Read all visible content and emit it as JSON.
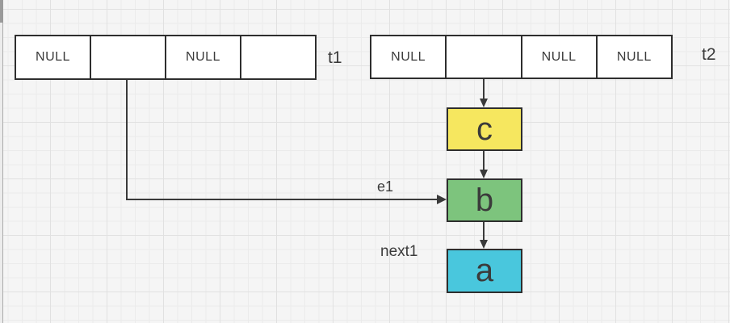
{
  "canvas": {
    "background": "#f5f5f5",
    "grid_minor_color": "#ebebeb",
    "grid_major_color": "#e1e1e1"
  },
  "colors": {
    "box_border": "#2e2e2e",
    "cell_background": "#ffffff",
    "arrow": "#3a3a3a",
    "text": "#3b3b3b",
    "node_c_fill": "#f6e75f",
    "node_b_fill": "#7dc47d",
    "node_a_fill": "#49c7dd"
  },
  "arrays": {
    "t1": {
      "label": "t1",
      "cells": [
        "NULL",
        "",
        "NULL",
        ""
      ]
    },
    "t2": {
      "label": "t2",
      "cells": [
        "NULL",
        "",
        "NULL",
        "NULL"
      ]
    }
  },
  "nodes": {
    "c": {
      "label": "c",
      "fill": "#f6e75f"
    },
    "b": {
      "label": "b",
      "fill": "#7dc47d"
    },
    "a": {
      "label": "a",
      "fill": "#49c7dd"
    }
  },
  "edge_labels": {
    "e1": "e1",
    "next1": "next1"
  }
}
